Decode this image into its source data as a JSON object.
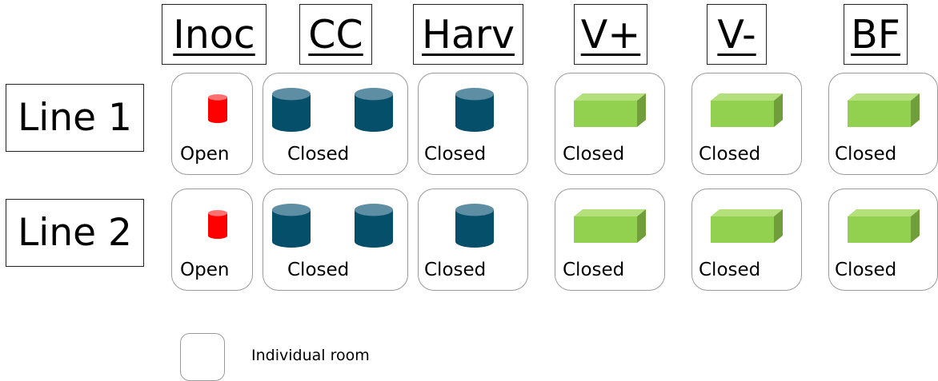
{
  "headers": [
    {
      "label": "Inoc"
    },
    {
      "label": "CC"
    },
    {
      "label": "Harv"
    },
    {
      "label": "V+"
    },
    {
      "label": "V-"
    },
    {
      "label": "BF"
    }
  ],
  "lines": [
    {
      "label": "Line 1",
      "rooms": [
        {
          "status": "Open",
          "icon": "small-red-cylinder"
        },
        {
          "status": "Closed",
          "icon": "blue-cylinder-pair"
        },
        {
          "status": "Closed",
          "icon": "blue-cylinder"
        },
        {
          "status": "Closed",
          "icon": "green-box"
        },
        {
          "status": "Closed",
          "icon": "green-box"
        },
        {
          "status": "Closed",
          "icon": "green-box"
        }
      ]
    },
    {
      "label": "Line 2",
      "rooms": [
        {
          "status": "Open",
          "icon": "small-red-cylinder"
        },
        {
          "status": "Closed",
          "icon": "blue-cylinder-pair"
        },
        {
          "status": "Closed",
          "icon": "blue-cylinder"
        },
        {
          "status": "Closed",
          "icon": "green-box"
        },
        {
          "status": "Closed",
          "icon": "green-box"
        },
        {
          "status": "Closed",
          "icon": "green-box"
        }
      ]
    }
  ],
  "legend": {
    "label": "Individual room"
  },
  "colors": {
    "red_cylinder": "#ff0000",
    "blue_cylinder": "#064f6a",
    "green_box": "#92d050",
    "room_border": "#9a9a9a"
  }
}
